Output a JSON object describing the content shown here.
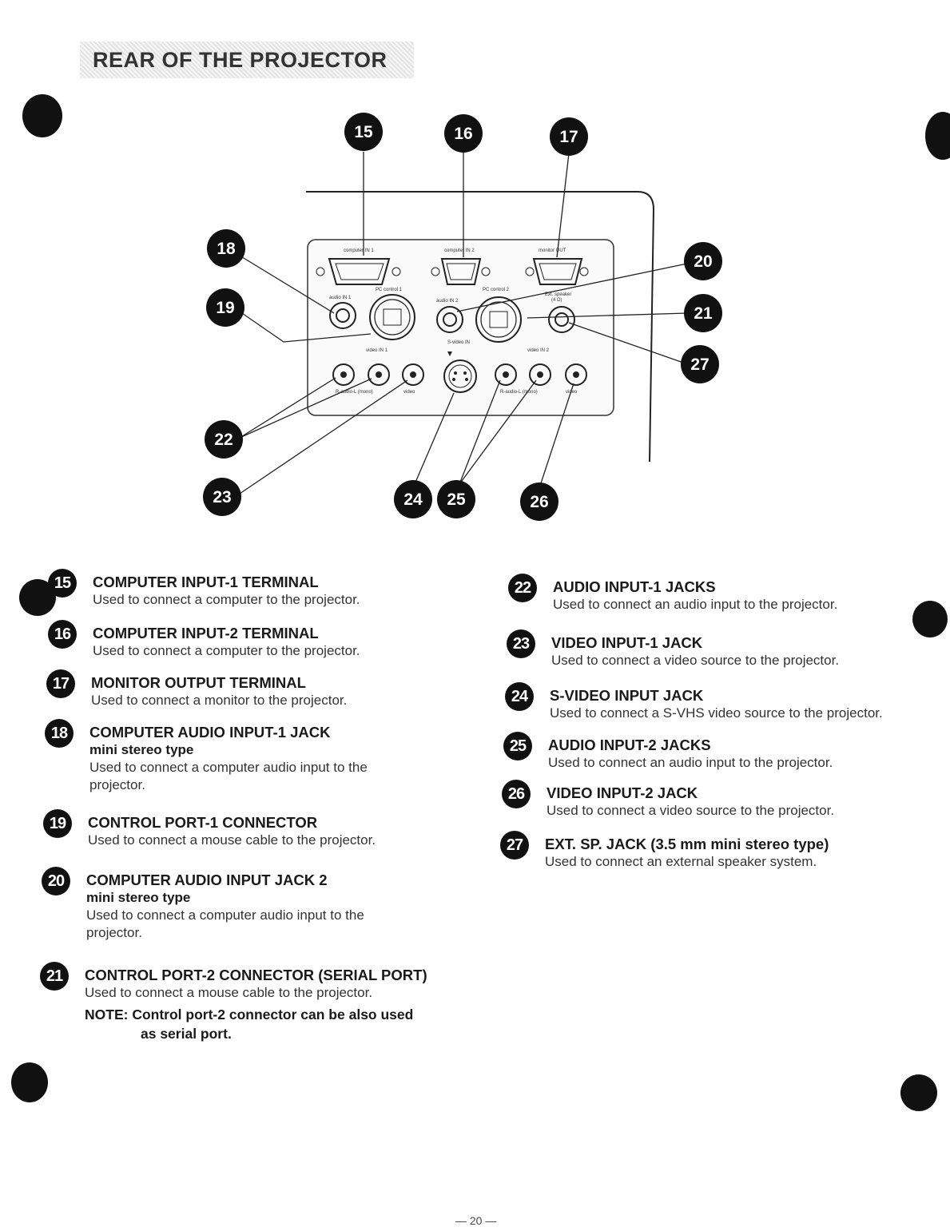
{
  "page": {
    "title": "REAR OF THE PROJECTOR",
    "page_number": "— 20 —"
  },
  "panel_labels": {
    "computer_in_1": "computer IN 1",
    "computer_in_2": "computer IN 2",
    "monitor_out": "monitor OUT",
    "pc_control_1": "PC control 1",
    "pc_control_2": "PC control 2",
    "audio_in_1": "audio IN 1",
    "audio_in_2": "audio IN 2",
    "ext_speaker": "Ext. speaker",
    "ext_speaker_ohm": "(4 Ω)",
    "video_in_1": "video IN 1",
    "video_in_2": "video IN 2",
    "s_video_in": "S-video IN",
    "r_audio_l_mono_1": "R-audio-L (mono)",
    "video_jack_1": "video",
    "r_audio_l_mono_2": "R-audio-L (mono)",
    "video_jack_2": "video"
  },
  "callouts": [
    "15",
    "16",
    "17",
    "18",
    "19",
    "20",
    "21",
    "22",
    "23",
    "24",
    "25",
    "26",
    "27"
  ],
  "descriptions_left": [
    {
      "num": "15",
      "heading": "COMPUTER INPUT-1 TERMINAL",
      "sub": "",
      "text": [
        "Used to connect a computer to the projector."
      ]
    },
    {
      "num": "16",
      "heading": "COMPUTER INPUT-2 TERMINAL",
      "sub": "",
      "text": [
        "Used to connect a computer to the projector."
      ]
    },
    {
      "num": "17",
      "heading": "MONITOR OUTPUT TERMINAL",
      "sub": "",
      "text": [
        "Used to connect a monitor to the projector."
      ]
    },
    {
      "num": "18",
      "heading": "COMPUTER AUDIO INPUT-1 JACK",
      "sub": "mini stereo type",
      "text": [
        "Used to connect a computer audio input to the",
        "projector."
      ]
    },
    {
      "num": "19",
      "heading": "CONTROL PORT-1 CONNECTOR",
      "sub": "",
      "text": [
        "Used to connect a mouse cable  to the projector."
      ]
    },
    {
      "num": "20",
      "heading": "COMPUTER AUDIO INPUT JACK 2",
      "sub": "mini stereo type",
      "text": [
        "Used to connect a computer audio input to the",
        "projector."
      ]
    },
    {
      "num": "21",
      "heading": "CONTROL PORT-2 CONNECTOR (SERIAL PORT)",
      "sub": "",
      "text": [
        "Used to connect a mouse cable  to the projector."
      ]
    }
  ],
  "note": {
    "label": "NOTE:",
    "line1": "Control port-2 connector can be also used",
    "line2": "as serial port."
  },
  "descriptions_right": [
    {
      "num": "22",
      "heading": "AUDIO INPUT-1 JACKS",
      "sub": "",
      "text": [
        "Used to connect an audio input to the projector."
      ]
    },
    {
      "num": "23",
      "heading": "VIDEO INPUT-1 JACK",
      "sub": "",
      "text": [
        "Used to connect a video source to the projector."
      ]
    },
    {
      "num": "24",
      "heading": "S-VIDEO INPUT JACK",
      "sub": "",
      "text": [
        "Used to connect a S-VHS video source to the projector."
      ]
    },
    {
      "num": "25",
      "heading": "AUDIO INPUT-2 JACKS",
      "sub": "",
      "text": [
        "Used to connect an audio input to the projector."
      ]
    },
    {
      "num": "26",
      "heading": "VIDEO INPUT-2 JACK",
      "sub": "",
      "text": [
        "Used to connect a video source to the projector."
      ]
    },
    {
      "num": "27",
      "heading": "EXT. SP. JACK (3.5 mm mini stereo type)",
      "sub": "",
      "text": [
        "Used to connect an external speaker system."
      ]
    }
  ]
}
